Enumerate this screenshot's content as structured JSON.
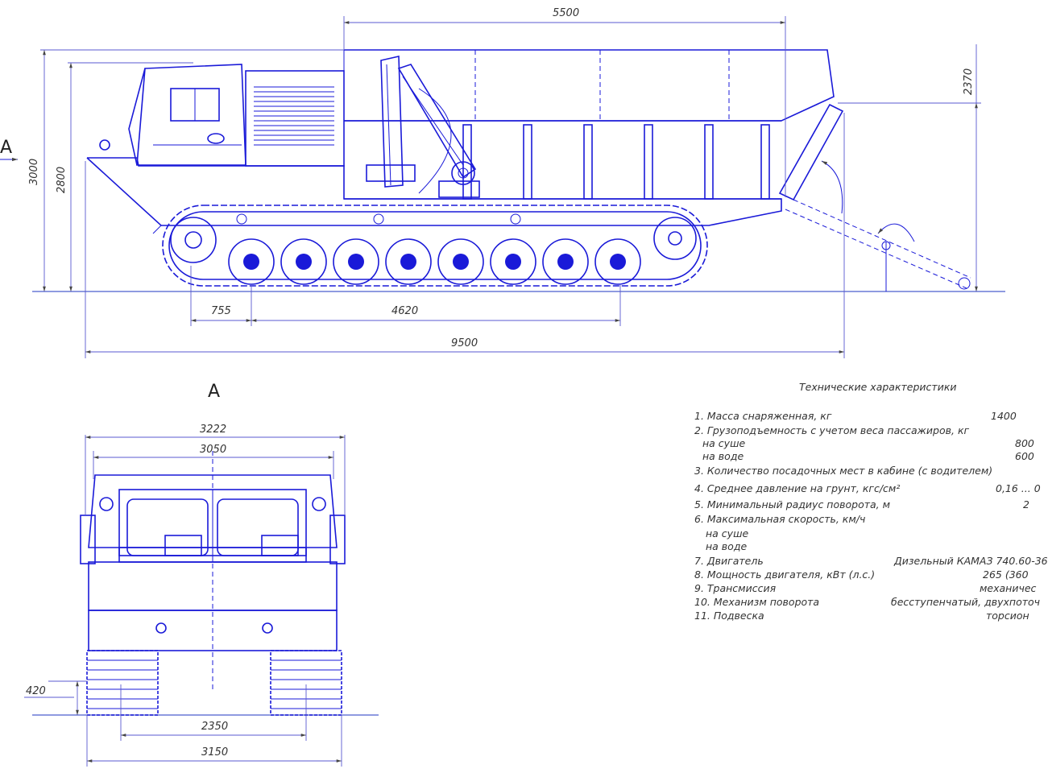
{
  "view_label": "A",
  "side_view": {
    "dimensions": {
      "length_total": "9500",
      "body_length": "5500",
      "height_total": "3000",
      "height_cab": "2800",
      "front_offset": "755",
      "track_base": "4620",
      "ramp_height": "2370"
    }
  },
  "front_view": {
    "title": "A",
    "dimensions": {
      "width_overall": "3222",
      "width_body": "3050",
      "track_gauge": "2350",
      "track_outer_width": "3150",
      "ground_clearance": "420"
    }
  },
  "specs": {
    "title": "Технические характеристики",
    "items": [
      {
        "label": "1. Масса снаряженная, кг",
        "value": "1400"
      },
      {
        "label": "2. Грузоподъемность с учетом веса  пассажиров, кг",
        "value": ""
      },
      {
        "label": "   на суше",
        "value": "800"
      },
      {
        "label": "   на воде",
        "value": "600"
      },
      {
        "label": "3. Количество посадочных мест в кабине (с водителем)",
        "value": ""
      },
      {
        "label": "4. Среднее давление на грунт,  кгс/см²",
        "value": "0,16 ... 0"
      },
      {
        "label": "5. Минимальный радиус поворота, м",
        "value": "2"
      },
      {
        "label": "6. Максимальная скорость, км/ч",
        "value": ""
      },
      {
        "label": "   на суше",
        "value": ""
      },
      {
        "label": "   на воде",
        "value": ""
      },
      {
        "label": "7. Двигатель",
        "value": "Дизельный  КАМАЗ  740.60-36"
      },
      {
        "label": "8. Мощность двигателя, кВт (л.с.)",
        "value": "265 (360"
      },
      {
        "label": "9. Трансмиссия",
        "value": "механичес"
      },
      {
        "label": "10. Механизм поворота",
        "value": "бесступенчатый, двухпоточ"
      },
      {
        "label": "11. Подвеска",
        "value": "торсион"
      }
    ]
  }
}
